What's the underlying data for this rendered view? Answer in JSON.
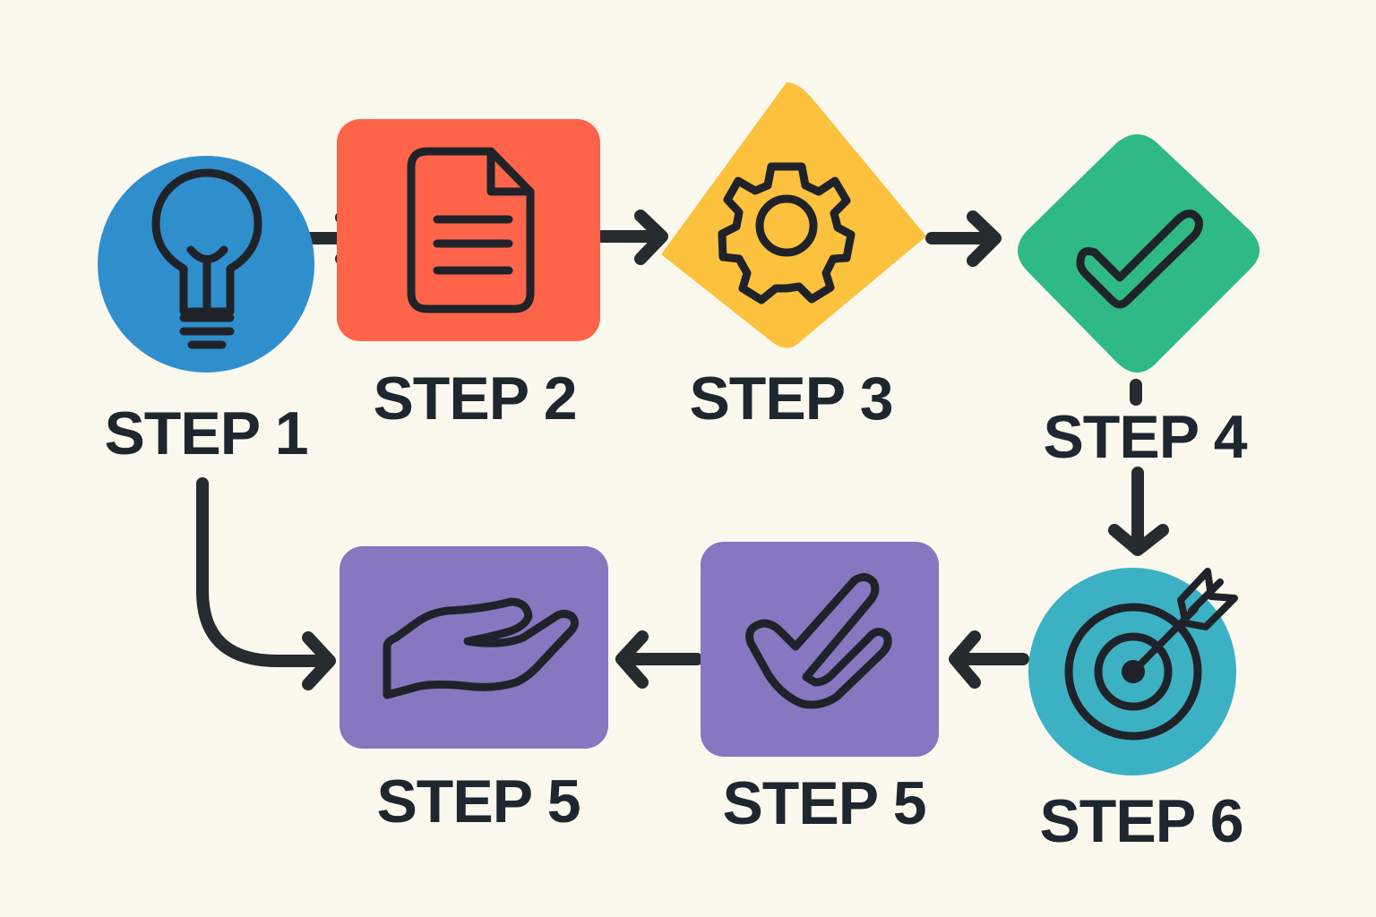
{
  "colors": {
    "background": "#fbf8ee",
    "step1": "#2f8fcd",
    "step2": "#fe6449",
    "step3": "#fcc13d",
    "step4": "#2fb984",
    "step5": "#8677c0",
    "step6": "#3cb1c4",
    "ink": "#1e262f"
  },
  "steps": [
    {
      "label": "STEP 1",
      "icon": "lightbulb-icon",
      "shape": "circle"
    },
    {
      "label": "STEP 2",
      "icon": "document-icon",
      "shape": "rounded-square"
    },
    {
      "label": "STEP 3",
      "icon": "gear-icon",
      "shape": "diamond"
    },
    {
      "label": "STEP 4",
      "icon": "checkmark-icon",
      "shape": "diamond"
    },
    {
      "label": "STEP 6",
      "icon": "target-icon",
      "shape": "circle"
    },
    {
      "label": "STEP 5",
      "icon": "checkmark-icon",
      "shape": "rounded-square"
    },
    {
      "label": "STEP 5",
      "icon": "open-hand-icon",
      "shape": "rounded-square"
    }
  ]
}
